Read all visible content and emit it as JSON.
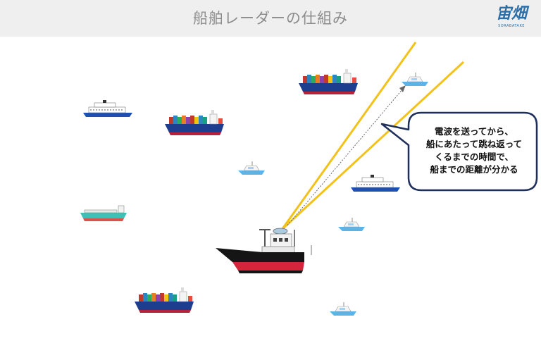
{
  "header": {
    "title": "船舶レーダーの仕組み",
    "logo_text": "宙畑",
    "logo_subtext": "SORABATAKE"
  },
  "callout": {
    "lines": [
      "電波を送ってから、",
      "船にあたって跳ね返って",
      "くるまでの時間で、",
      "船までの距離が分かる"
    ]
  },
  "colors": {
    "beam": "#f2c21b",
    "callout_border": "#1f2f5c",
    "hull_navy": "#1d3d8f",
    "hull_red": "#d4253a",
    "hull_black": "#151515"
  },
  "icons": {
    "radar_ship": "fishing-vessel-icon",
    "targets": [
      "container-ship-icon",
      "ferry-icon",
      "yacht-icon",
      "tanker-icon"
    ]
  }
}
